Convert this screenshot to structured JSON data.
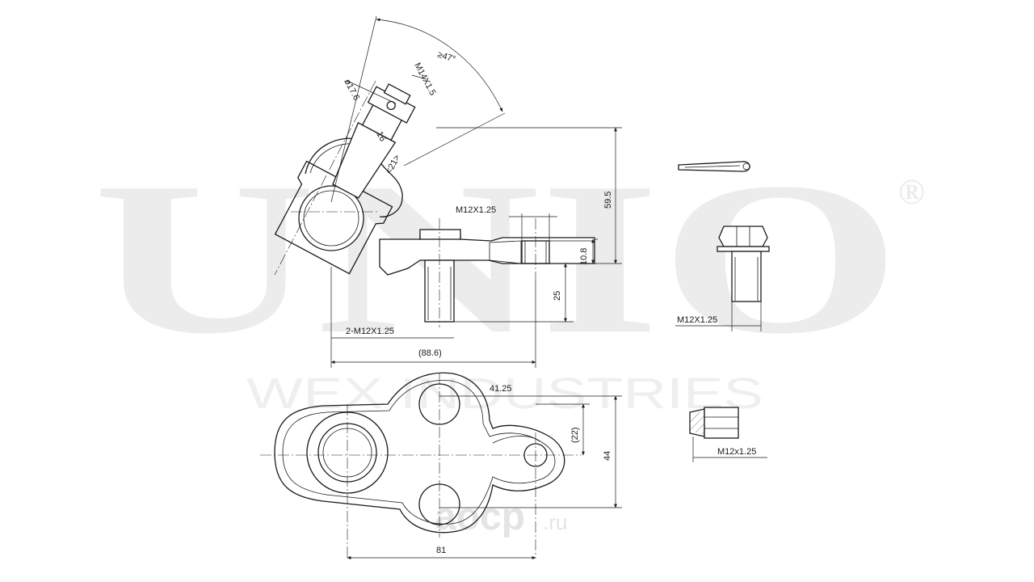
{
  "watermark": {
    "brand": "UNIO",
    "registered": "®",
    "company": "WEX INDUSTRIES",
    "site": "aocp",
    "site_tld": ".ru"
  },
  "dimensions": {
    "angle": "≥47°",
    "thread_stud": "M14X1.5",
    "diameter": "ø17.6",
    "d16": "16",
    "d21": "<21>",
    "m12_top": "M12X1.25",
    "height_59": "59.5",
    "height_10": "10.8",
    "length_25": "25",
    "bolts": "2-M12X1.25",
    "length_88": "(88.6)",
    "bolt_thread": "M12X1.25",
    "width_41": "41.25",
    "width_22": "(22)",
    "height_44": "44",
    "length_81": "81",
    "nut_thread": "M12x1.25"
  }
}
